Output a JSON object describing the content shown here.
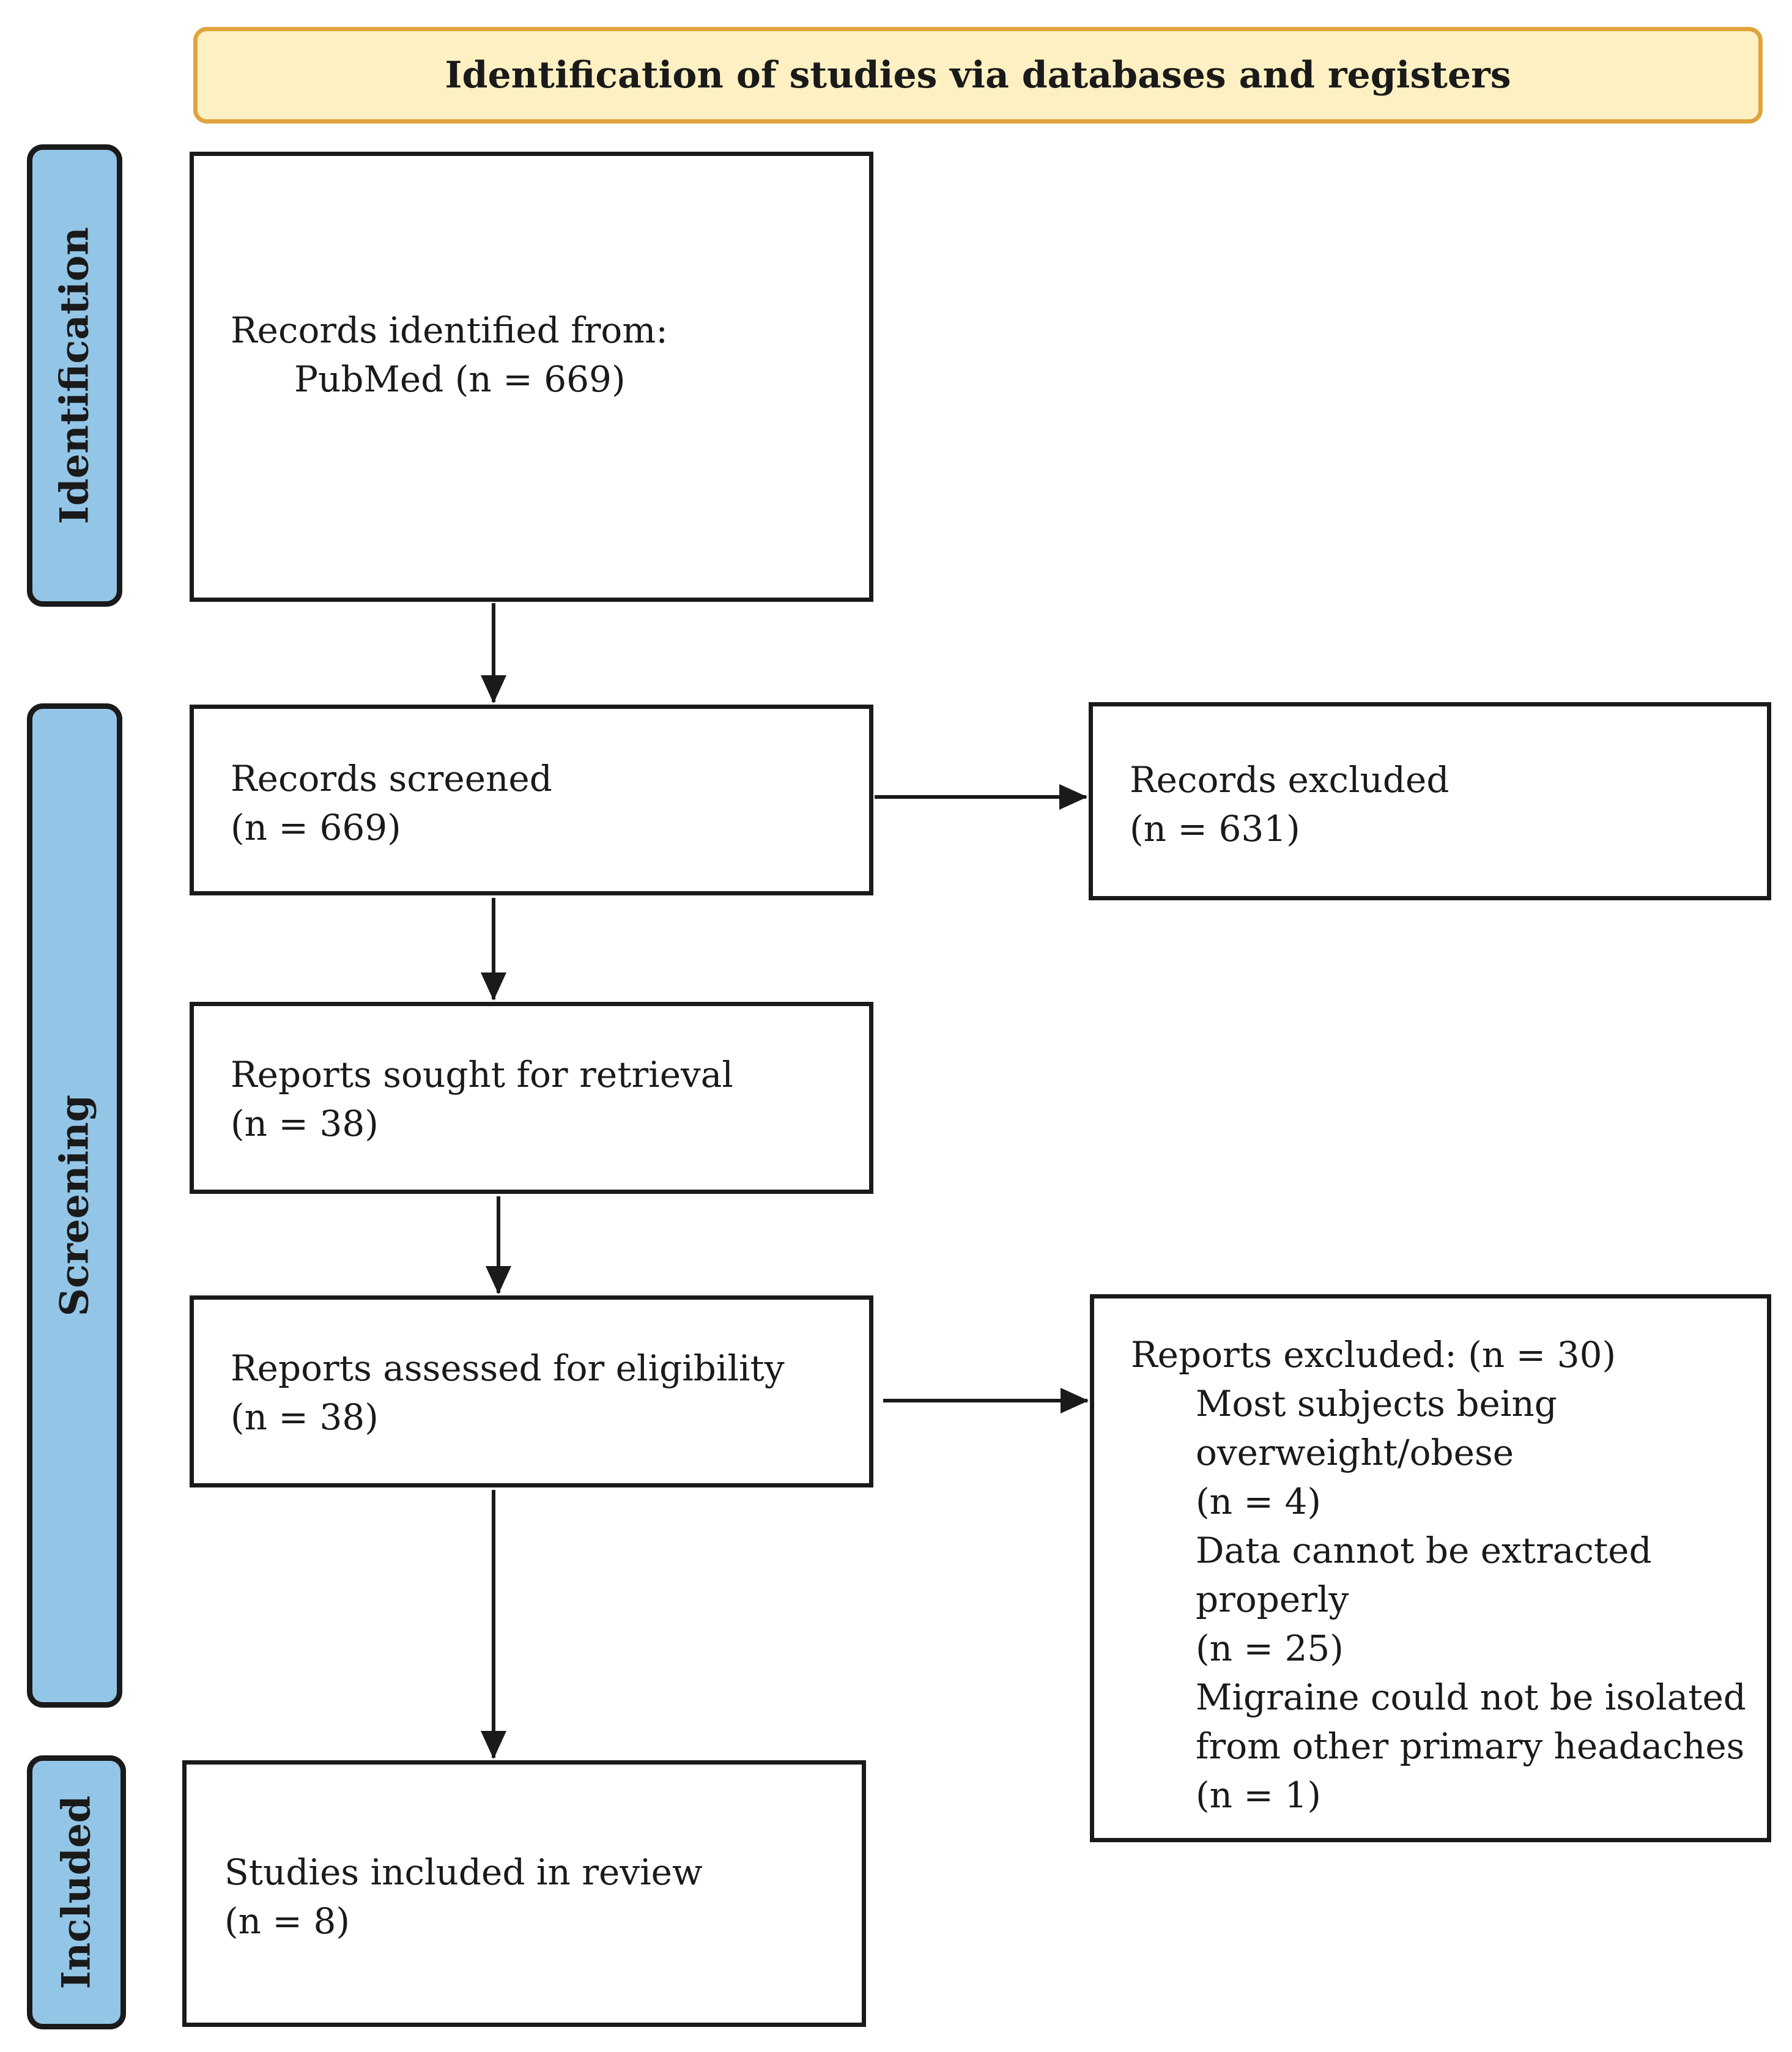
{
  "header": "Identification of studies via databases and registers",
  "phases": {
    "identification": "Identification",
    "screening": "Screening",
    "included": "Included"
  },
  "boxes": {
    "records_identified": {
      "line1": "Records identified from:",
      "line2": "PubMed (n = 669)"
    },
    "records_screened": {
      "line1": "Records screened",
      "line2": "(n = 669)"
    },
    "records_excluded": {
      "line1": "Records excluded",
      "line2": "(n = 631)"
    },
    "reports_sought": {
      "line1": "Reports sought for retrieval",
      "line2": "(n = 38)"
    },
    "reports_assessed": {
      "line1": "Reports assessed for eligibility",
      "line2": "(n = 38)"
    },
    "reports_excluded": {
      "title": "Reports excluded: (n = 30)",
      "reasons": [
        {
          "line1": "Most subjects being",
          "line2": "overweight/obese",
          "count": "(n = 4)"
        },
        {
          "line1": "Data cannot be extracted",
          "line2": "properly",
          "count": "(n = 25)"
        },
        {
          "line1": "Migraine could not be isolated",
          "line2": "from other primary headaches",
          "count": "(n = 1)"
        }
      ]
    },
    "studies_included": {
      "line1": "Studies included in review",
      "line2": "(n = 8)"
    }
  }
}
